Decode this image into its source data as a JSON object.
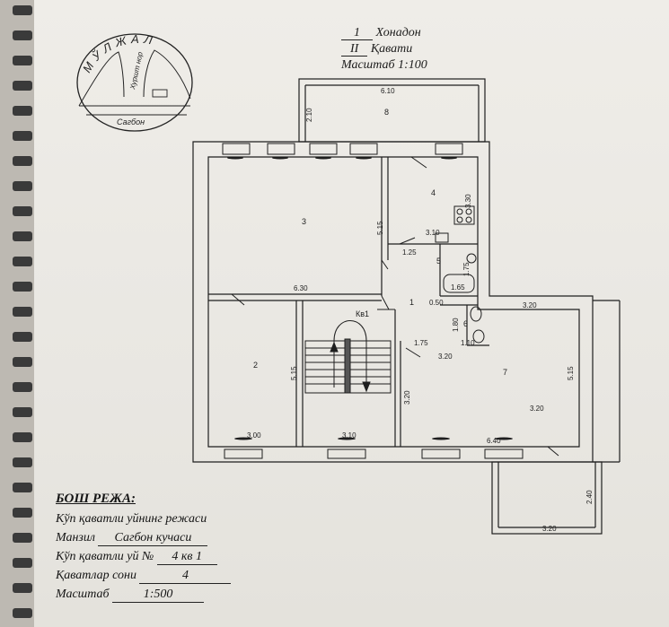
{
  "header": {
    "line1_num": "1",
    "line1_word": "Хонадон",
    "line2_num": "II",
    "line2_word": "Қавати",
    "scale": "Масштаб 1:100"
  },
  "location_map": {
    "title": "МЎЛЖАЛ",
    "street_vertical": "Хуршт нор",
    "street_horizontal": "Сагбон"
  },
  "rooms": {
    "r1": "1",
    "r2": "2",
    "r3": "3",
    "r4": "4",
    "r5": "5",
    "r6": "6",
    "r7": "7",
    "r8": "8",
    "stair": "Кв1"
  },
  "dimensions": {
    "balcony_top_w": "6.10",
    "balcony_top_h": "2.10",
    "r3_w": "6.30",
    "r3_h": "5.15",
    "r4_h": "3.30",
    "r4_w": "3.10",
    "r5_a": "1.25",
    "r5_b": "1.75",
    "r5_c": "1.65",
    "r6_a": "0.50",
    "r6_b": "1.80",
    "r6_c": "1.10",
    "hall_a": "1.75",
    "hall_b": "3.20",
    "r2_h": "5.15",
    "r2_w": "3.00",
    "stair_w": "3.10",
    "stair_h": "3.20",
    "r7_top": "3.20",
    "r7_h": "5.15",
    "r7_mid": "3.20",
    "r7_w": "6.40",
    "balcony_bot_w": "3.20",
    "balcony_bot_h": "2.40"
  },
  "footer": {
    "title": "БОШ РЕЖА:",
    "line1": "Кўп қаватли уйнинг режаси",
    "address_label": "Манзил",
    "address_value": "Сагбон кучаси",
    "house_label": "Кўп қаватли уй №",
    "house_value": "4  кв 1",
    "floors_label": "Қаватлар сони",
    "floors_value": "4",
    "scale_label": "Масштаб",
    "scale_value": "1:500"
  }
}
